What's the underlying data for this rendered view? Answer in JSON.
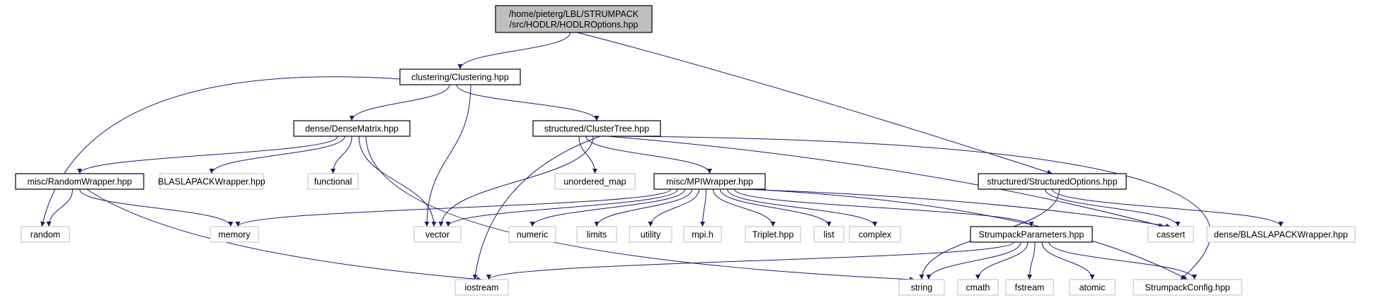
{
  "graph": {
    "colors": {
      "edge": "#191970",
      "root_fill": "#bfbfbf",
      "project_border": "#000000",
      "external_border": "#bfbfbf",
      "node_fill": "#ffffff"
    },
    "nodes": [
      {
        "id": "root",
        "kind": "root",
        "lines": [
          "/home/pieterg/LBL/STRUMPACK",
          "/src/HODLR/HODLROptions.hpp"
        ]
      },
      {
        "id": "clustering",
        "kind": "project",
        "lines": [
          "clustering/Clustering.hpp"
        ]
      },
      {
        "id": "densematrix",
        "kind": "project",
        "lines": [
          "dense/DenseMatrix.hpp"
        ]
      },
      {
        "id": "clustertree",
        "kind": "project",
        "lines": [
          "structured/ClusterTree.hpp"
        ]
      },
      {
        "id": "randomwrapper",
        "kind": "project",
        "lines": [
          "misc/RandomWrapper.hpp"
        ]
      },
      {
        "id": "blaslapack",
        "kind": "external",
        "lines": [
          "BLASLAPACKWrapper.hpp"
        ]
      },
      {
        "id": "functional",
        "kind": "external",
        "lines": [
          "functional"
        ]
      },
      {
        "id": "unordered_map",
        "kind": "external",
        "lines": [
          "unordered_map"
        ]
      },
      {
        "id": "mpiwrapper",
        "kind": "project",
        "lines": [
          "misc/MPIWrapper.hpp"
        ]
      },
      {
        "id": "structuredoptions",
        "kind": "project",
        "lines": [
          "structured/StructuredOptions.hpp"
        ]
      },
      {
        "id": "random",
        "kind": "external",
        "lines": [
          "random"
        ]
      },
      {
        "id": "memory",
        "kind": "external",
        "lines": [
          "memory"
        ]
      },
      {
        "id": "vector",
        "kind": "external",
        "lines": [
          "vector"
        ]
      },
      {
        "id": "numeric",
        "kind": "external",
        "lines": [
          "numeric"
        ]
      },
      {
        "id": "limits",
        "kind": "external",
        "lines": [
          "limits"
        ]
      },
      {
        "id": "utility",
        "kind": "external",
        "lines": [
          "utility"
        ]
      },
      {
        "id": "mpih",
        "kind": "external",
        "lines": [
          "mpi.h"
        ]
      },
      {
        "id": "triplet",
        "kind": "external",
        "lines": [
          "Triplet.hpp"
        ]
      },
      {
        "id": "list",
        "kind": "external",
        "lines": [
          "list"
        ]
      },
      {
        "id": "complex",
        "kind": "external",
        "lines": [
          "complex"
        ]
      },
      {
        "id": "strumpackparams",
        "kind": "project",
        "lines": [
          "StrumpackParameters.hpp"
        ]
      },
      {
        "id": "cassert",
        "kind": "external",
        "lines": [
          "cassert"
        ]
      },
      {
        "id": "denseblaslapack",
        "kind": "external",
        "lines": [
          "dense/BLASLAPACKWrapper.hpp"
        ]
      },
      {
        "id": "iostream",
        "kind": "external",
        "lines": [
          "iostream"
        ]
      },
      {
        "id": "string",
        "kind": "external",
        "lines": [
          "string"
        ]
      },
      {
        "id": "cmath",
        "kind": "external",
        "lines": [
          "cmath"
        ]
      },
      {
        "id": "fstream",
        "kind": "external",
        "lines": [
          "fstream"
        ]
      },
      {
        "id": "atomic",
        "kind": "external",
        "lines": [
          "atomic"
        ]
      },
      {
        "id": "strumpackconfig",
        "kind": "external",
        "lines": [
          "StrumpackConfig.hpp"
        ]
      }
    ],
    "edges": [
      {
        "from": "root",
        "to": "clustering"
      },
      {
        "from": "root",
        "to": "structuredoptions"
      },
      {
        "from": "clustering",
        "to": "densematrix"
      },
      {
        "from": "clustering",
        "to": "clustertree"
      },
      {
        "from": "clustering",
        "to": "random"
      },
      {
        "from": "clustering",
        "to": "vector"
      },
      {
        "from": "densematrix",
        "to": "randomwrapper"
      },
      {
        "from": "densematrix",
        "to": "blaslapack"
      },
      {
        "from": "densematrix",
        "to": "functional"
      },
      {
        "from": "densematrix",
        "to": "vector"
      },
      {
        "from": "densematrix",
        "to": "string"
      },
      {
        "from": "clustertree",
        "to": "unordered_map"
      },
      {
        "from": "clustertree",
        "to": "mpiwrapper"
      },
      {
        "from": "clustertree",
        "to": "vector"
      },
      {
        "from": "clustertree",
        "to": "iostream"
      },
      {
        "from": "clustertree",
        "to": "cassert"
      },
      {
        "from": "clustertree",
        "to": "strumpackconfig"
      },
      {
        "from": "randomwrapper",
        "to": "random"
      },
      {
        "from": "randomwrapper",
        "to": "memory"
      },
      {
        "from": "randomwrapper",
        "to": "iostream"
      },
      {
        "from": "mpiwrapper",
        "to": "memory"
      },
      {
        "from": "mpiwrapper",
        "to": "vector"
      },
      {
        "from": "mpiwrapper",
        "to": "numeric"
      },
      {
        "from": "mpiwrapper",
        "to": "limits"
      },
      {
        "from": "mpiwrapper",
        "to": "utility"
      },
      {
        "from": "mpiwrapper",
        "to": "mpih"
      },
      {
        "from": "mpiwrapper",
        "to": "triplet"
      },
      {
        "from": "mpiwrapper",
        "to": "list"
      },
      {
        "from": "mpiwrapper",
        "to": "complex"
      },
      {
        "from": "mpiwrapper",
        "to": "strumpackparams"
      },
      {
        "from": "mpiwrapper",
        "to": "cassert"
      },
      {
        "from": "mpiwrapper",
        "to": "strumpackconfig"
      },
      {
        "from": "structuredoptions",
        "to": "cassert"
      },
      {
        "from": "structuredoptions",
        "to": "denseblaslapack"
      },
      {
        "from": "structuredoptions",
        "to": "string"
      },
      {
        "from": "strumpackparams",
        "to": "iostream"
      },
      {
        "from": "strumpackparams",
        "to": "string"
      },
      {
        "from": "strumpackparams",
        "to": "cmath"
      },
      {
        "from": "strumpackparams",
        "to": "fstream"
      },
      {
        "from": "strumpackparams",
        "to": "atomic"
      },
      {
        "from": "strumpackparams",
        "to": "strumpackconfig"
      }
    ]
  }
}
